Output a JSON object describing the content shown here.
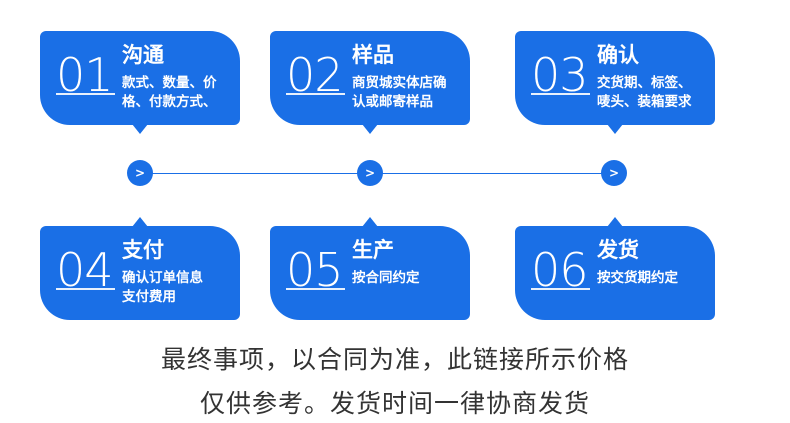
{
  "steps": [
    {
      "number": "01",
      "title": "沟通",
      "description": "款式、数量、价\n格、付款方式、"
    },
    {
      "number": "02",
      "title": "样品",
      "description": "商贸城实体店确\n认或邮寄样品"
    },
    {
      "number": "03",
      "title": "确认",
      "description": "交货期、标签、\n唛头、装箱要求"
    },
    {
      "number": "04",
      "title": "支付",
      "description": "确认订单信息\n支付费用"
    },
    {
      "number": "05",
      "title": "生产",
      "description": "按合同约定"
    },
    {
      "number": "06",
      "title": "发货",
      "description": "按交货期约定"
    }
  ],
  "timeline": {
    "arrow_glyph": ">"
  },
  "footer": {
    "line1": "最终事项，以合同为准，此链接所示价格",
    "line2": "仅供参考。发货时间一律协商发货"
  },
  "colors": {
    "accent": "#1a6fe6",
    "text": "#333333"
  }
}
